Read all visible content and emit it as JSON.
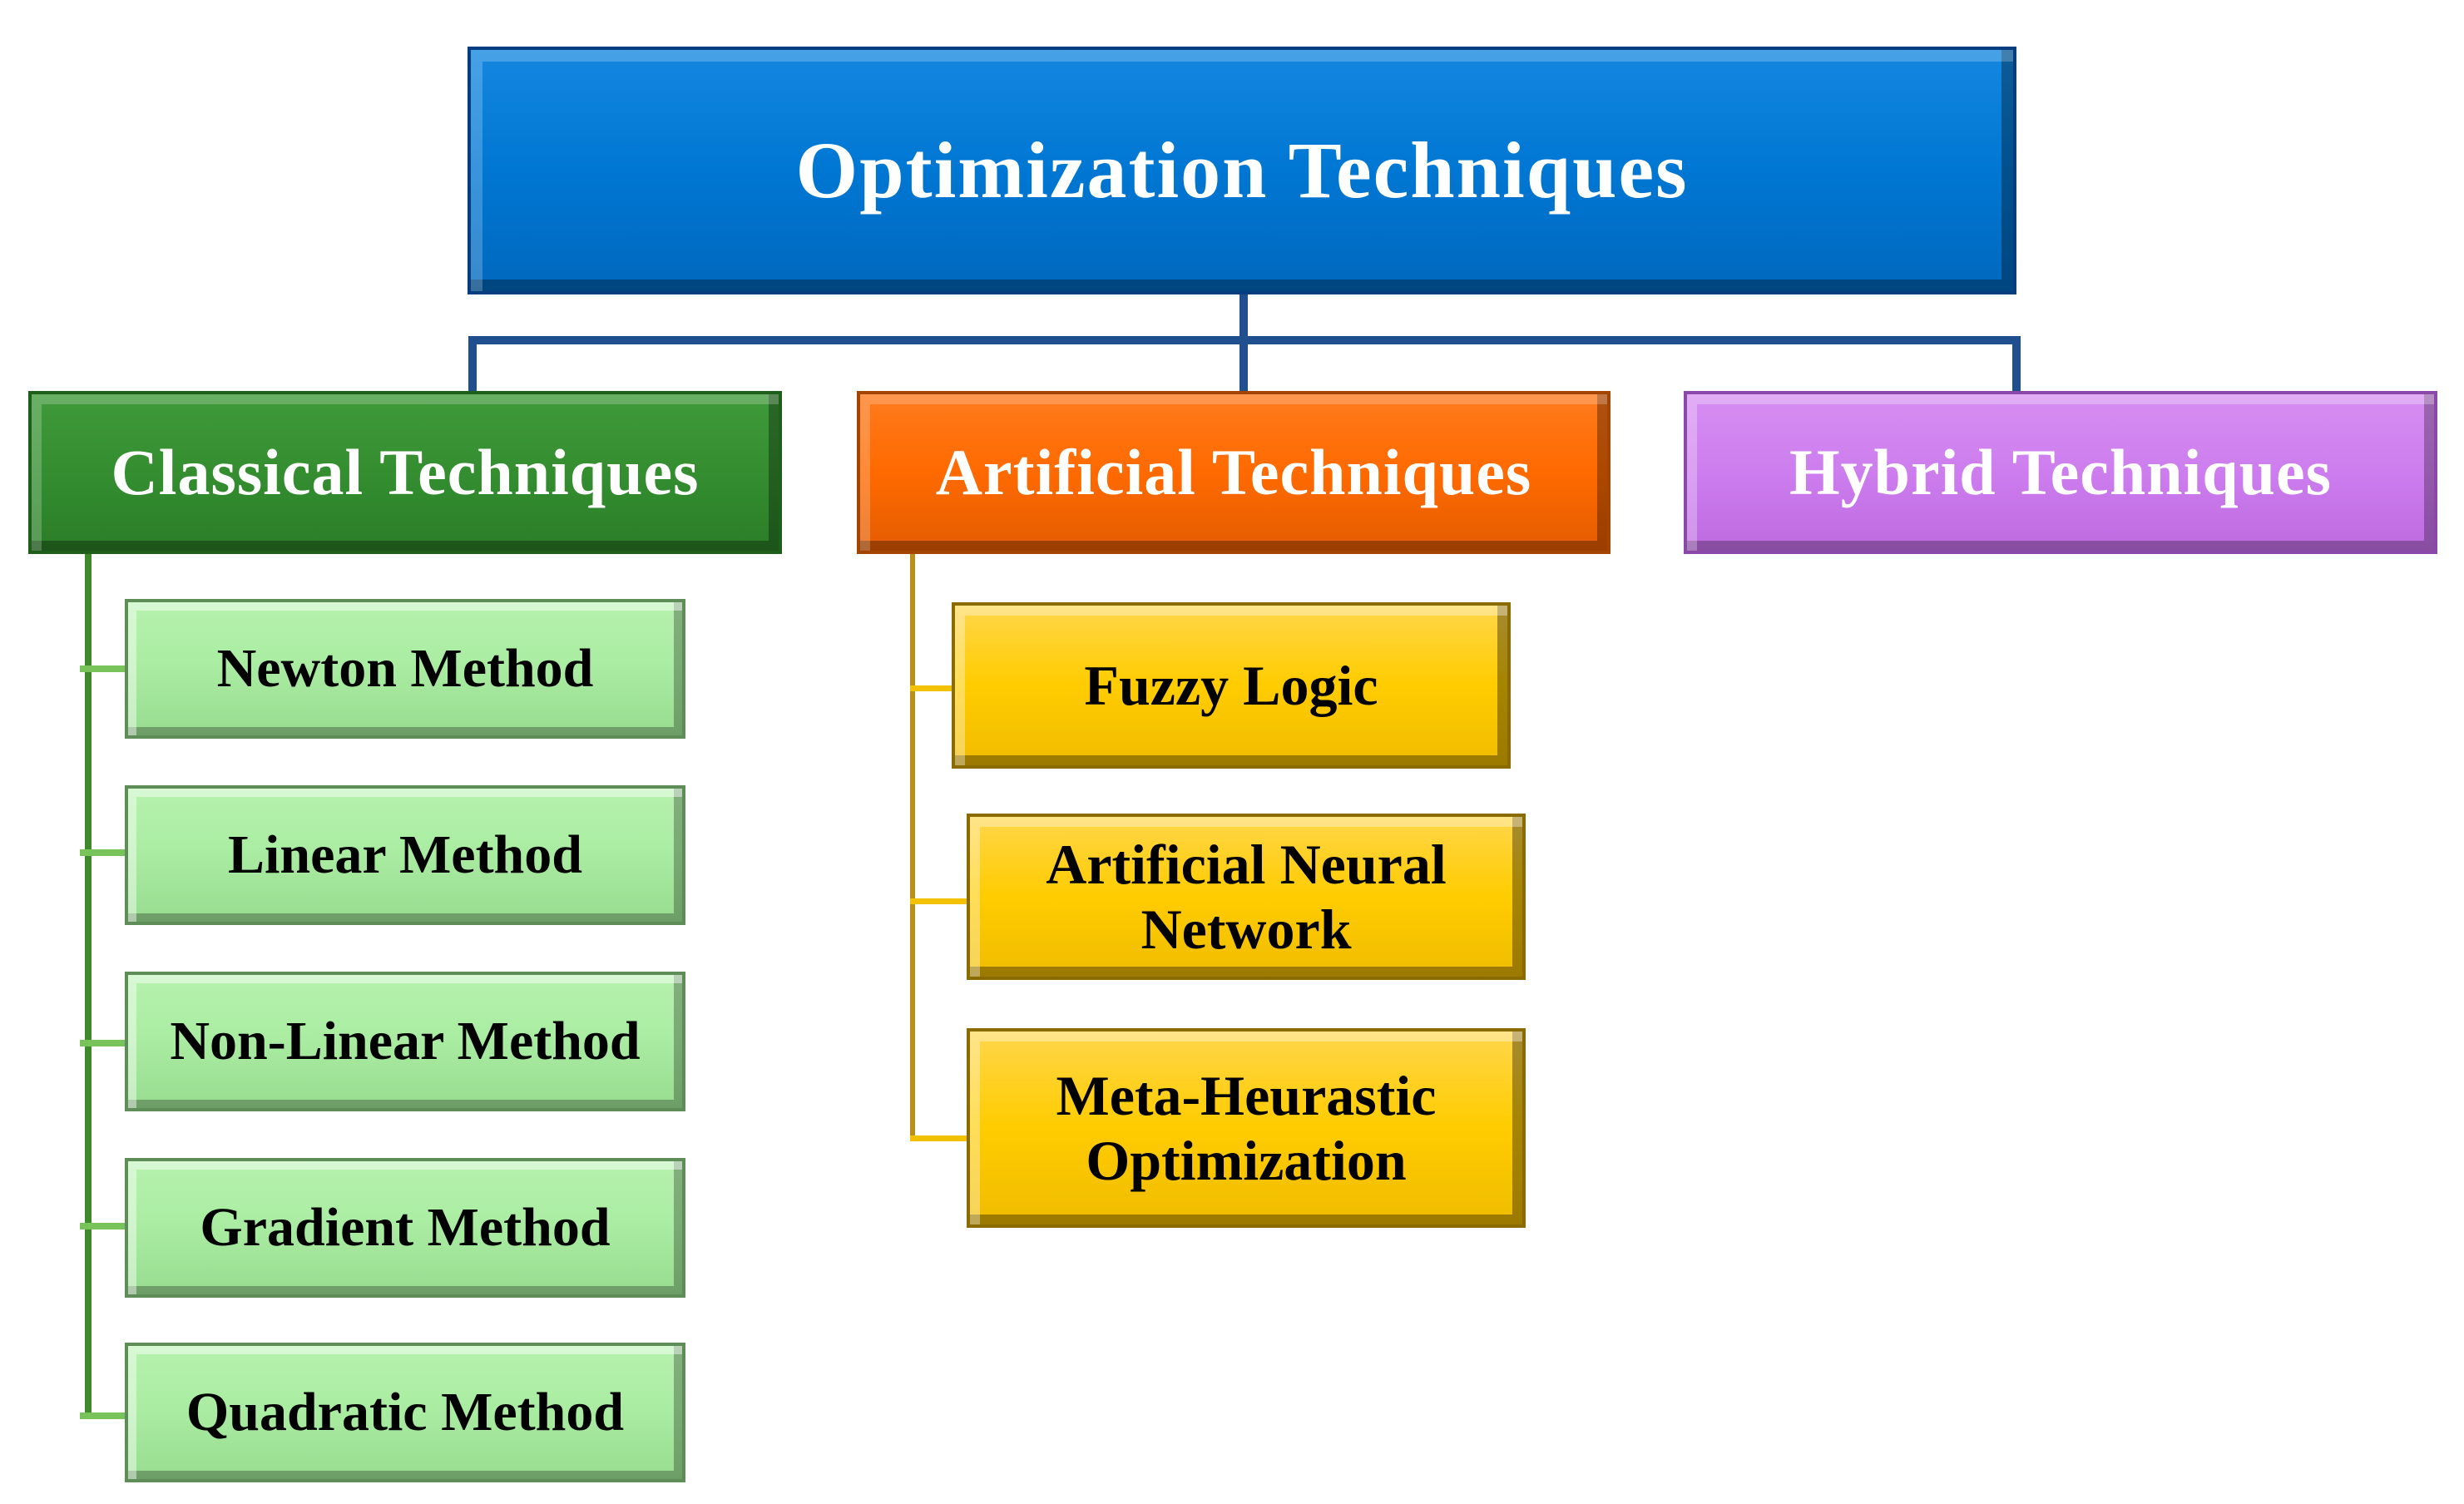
{
  "root": {
    "label": "Optimization Techniques"
  },
  "categories": {
    "classical": {
      "label": "Classical Techniques",
      "items": [
        "Newton Method",
        "Linear Method",
        "Non-Linear Method",
        "Gradient Method",
        "Quadratic Method"
      ]
    },
    "artificial": {
      "label": "Artificial Techniques",
      "items": [
        "Fuzzy Logic",
        "Artificial Neural Network",
        "Meta-Heurastic Optimization"
      ]
    },
    "hybrid": {
      "label": "Hybrid Techniques"
    }
  },
  "colors": {
    "root": "#0077d3",
    "classical": "#348e30",
    "artificial": "#ff6a00",
    "hybrid": "#cd7dee",
    "classical_items": "#a9eca1",
    "artificial_items": "#ffcc00",
    "connector": "#1f4f8e"
  }
}
